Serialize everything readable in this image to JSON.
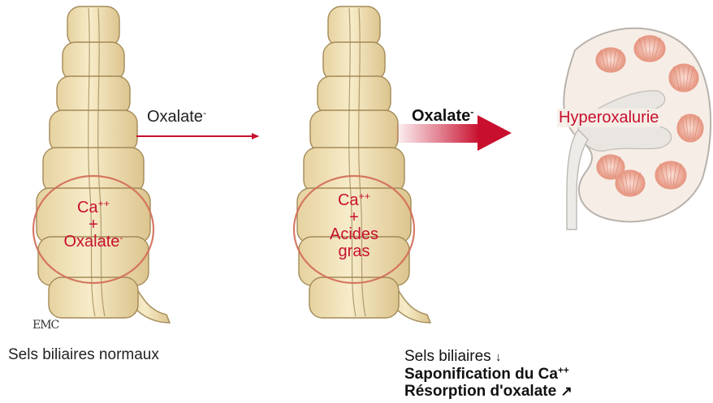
{
  "colors": {
    "accent_red": "#c8102e",
    "intestine_fill": "#f1e2b8",
    "intestine_stroke": "#a38a57",
    "ring": "#d36a55",
    "kidney_fill": "#f6eee6",
    "kidney_stroke": "#b8b2ac",
    "papilla": "#e69a86"
  },
  "left_panel": {
    "arrow_label": "Oxalate",
    "arrow_label_charge": "-",
    "circle_line1": "Ca",
    "circle_line1_charge": "++",
    "circle_line2": "+",
    "circle_line3": "Oxalate",
    "circle_line3_charge": "-",
    "caption": "Sels biliaires normaux",
    "logo_text": "EMC"
  },
  "middle_panel": {
    "arrow_label": "Oxalate",
    "arrow_label_charge": "-",
    "circle_line1": "Ca",
    "circle_line1_charge": "++",
    "circle_line2": "+",
    "circle_line3": "Acides",
    "circle_line4": "gras",
    "caption_line1": "Sels biliaires",
    "caption_line1_icon": "down-arrow-icon",
    "caption_line2": "Saponification du Ca",
    "caption_line2_charge": "++",
    "caption_line3": "Résorption d'oxalate",
    "caption_line3_icon": "up-right-arrow-icon"
  },
  "right_panel": {
    "kidney_label": "Hyperoxalurie"
  }
}
